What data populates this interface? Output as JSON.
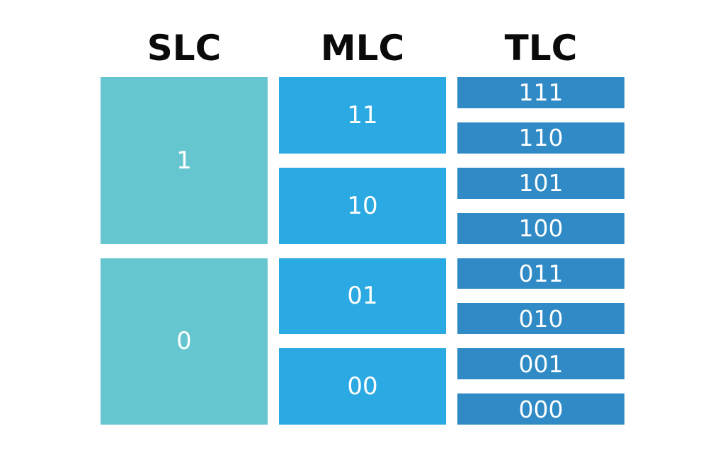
{
  "colors": {
    "slc": "#66c6cf",
    "mlc": "#2aa9e2",
    "tlc": "#2f8ac6"
  },
  "columns": [
    {
      "key": "slc",
      "title": "SLC",
      "cells": [
        "1",
        "0"
      ]
    },
    {
      "key": "mlc",
      "title": "MLC",
      "cells": [
        "11",
        "10",
        "01",
        "00"
      ]
    },
    {
      "key": "tlc",
      "title": "TLC",
      "cells": [
        "111",
        "110",
        "101",
        "100",
        "011",
        "010",
        "001",
        "000"
      ]
    }
  ]
}
